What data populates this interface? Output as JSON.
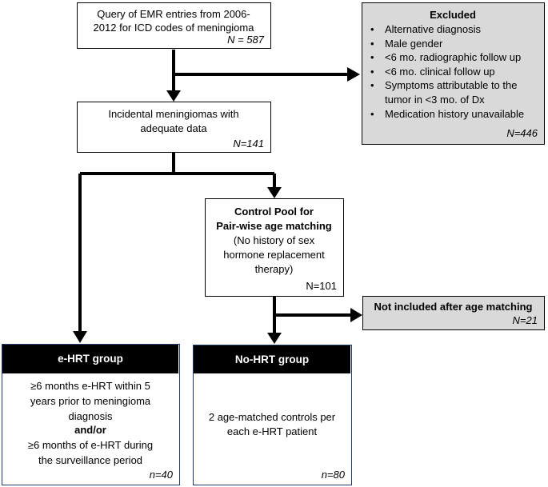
{
  "query": {
    "line1": "Query of EMR entries from 2006-",
    "line2": "2012 for ICD codes of meningioma",
    "n": "N = 587"
  },
  "excluded": {
    "title": "Excluded",
    "items": [
      "Alternative diagnosis",
      "Male gender",
      "<6 mo. radiographic follow up",
      "<6 mo. clinical follow up",
      "Symptoms attributable to the",
      "tumor in <3 mo. of Dx",
      "Medication history unavailable"
    ],
    "n": "N=446"
  },
  "incidental": {
    "line1": "Incidental meningiomas with",
    "line2": "adequate data",
    "n": "N=141"
  },
  "control_pool": {
    "title1": "Control Pool for",
    "title2": "Pair-wise age matching",
    "line1": "(No history of sex",
    "line2": "hormone replacement",
    "line3": "therapy)",
    "n": "N=101"
  },
  "not_included": {
    "title": "Not included after age matching",
    "n": "N=21"
  },
  "ehrt": {
    "header": "e-HRT group",
    "line1": "≥6 months e-HRT within 5",
    "line2": "years prior to meningioma",
    "line3": "diagnosis",
    "line4": "and/or",
    "line5": "≥6 months of e-HRT during",
    "line6": "the surveillance period",
    "n": "n=40"
  },
  "nohrt": {
    "header": "No-HRT group",
    "line1": "2 age-matched controls per",
    "line2": "each e-HRT patient",
    "n": "n=80"
  }
}
